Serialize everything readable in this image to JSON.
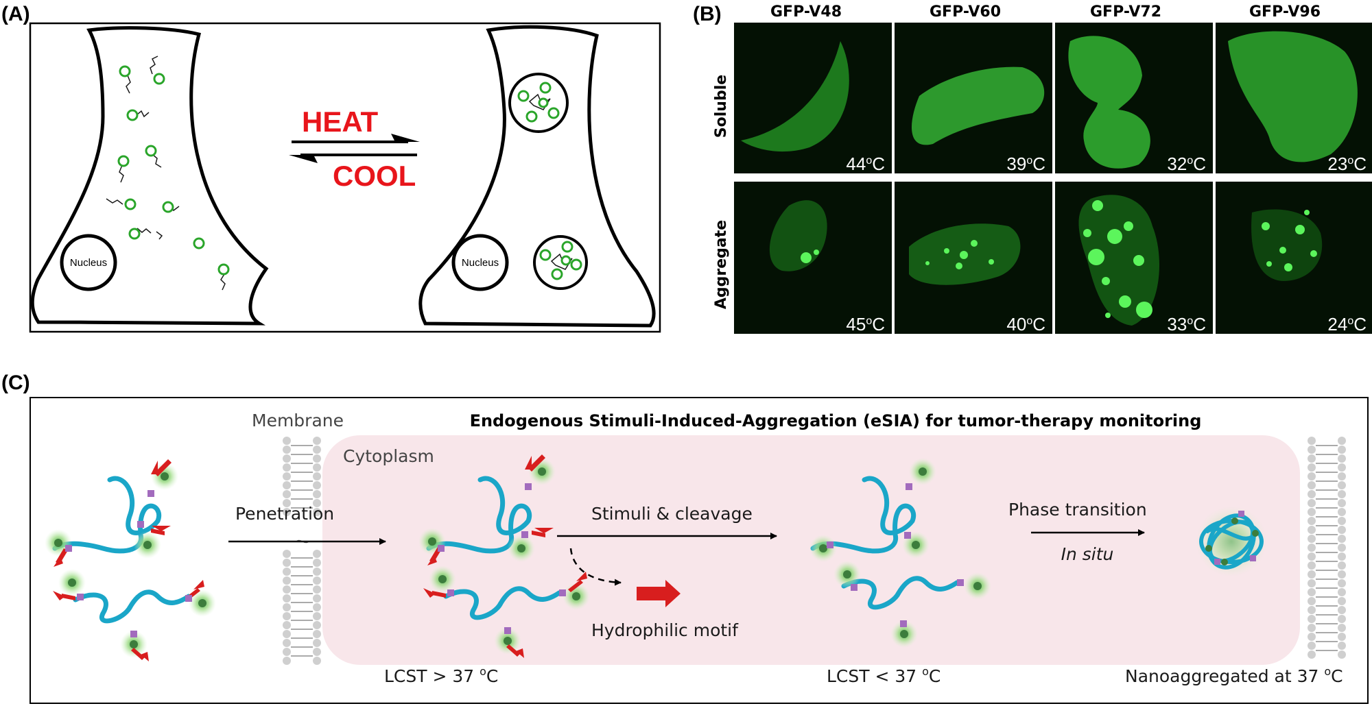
{
  "panel_a": {
    "label": "(A)",
    "heat": "HEAT",
    "cool": "COOL",
    "nucleus_left": "Nucleus",
    "nucleus_right": "Nucleus"
  },
  "panel_b": {
    "label": "(B)",
    "columns": [
      "GFP-V48",
      "GFP-V60",
      "GFP-V72",
      "GFP-V96"
    ],
    "rows": [
      "Soluble",
      "Aggregate"
    ],
    "temps": {
      "soluble": [
        "44",
        "39",
        "32",
        "23"
      ],
      "aggregate": [
        "45",
        "40",
        "33",
        "24"
      ]
    },
    "temp_sup": "o",
    "temp_unit": "C"
  },
  "panel_c": {
    "label": "(C)",
    "title": "Endogenous Stimuli-Induced-Aggregation (eSIA) for tumor-therapy monitoring",
    "membrane": "Membrane",
    "cytoplasm": "Cytoplasm",
    "penetration": "Penetration",
    "stimuli": "Stimuli & cleavage",
    "phase": "Phase transition",
    "insitu": "In situ",
    "hydrophilic": "Hydrophilic motif",
    "lcst1_pre": "LCST > 37 ",
    "lcst2_pre": "LCST < 37 ",
    "nano_pre": "Nanoaggregated at 37 ",
    "deg_sup": "o",
    "deg_unit": "C"
  },
  "colors": {
    "heat_cool_red": "#e8151b",
    "gfp_green": "#2aa52a",
    "peptide_cyan": "#1aa6c8",
    "arrow_red": "#d81e1e",
    "cytoplasm_pink": "#f8e6ea"
  }
}
